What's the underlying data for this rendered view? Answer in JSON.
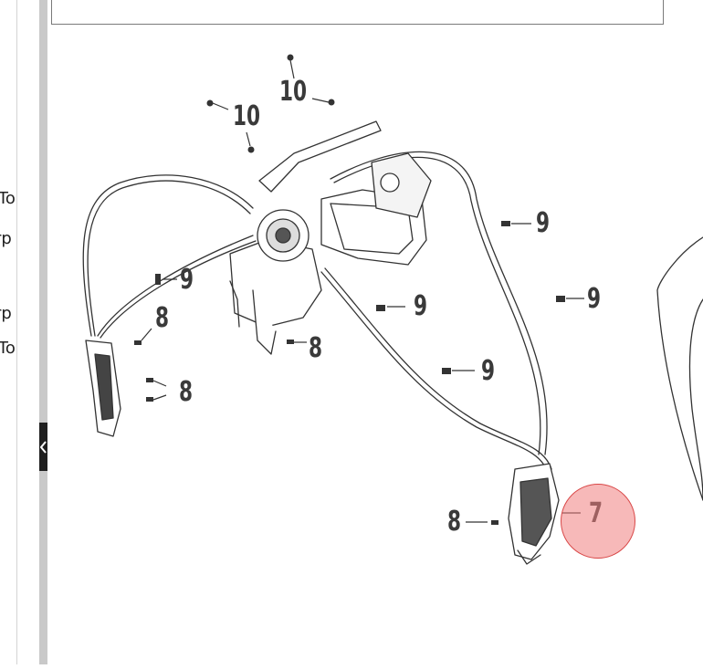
{
  "left_panel": {
    "lines": [
      "To",
      "rp",
      "rp",
      "To"
    ]
  },
  "collapse": {
    "icon": "chevron-left-icon"
  },
  "diagram": {
    "callouts": [
      "10",
      "10",
      "9",
      "9",
      "9",
      "9",
      "9",
      "8",
      "8",
      "8",
      "8",
      "7"
    ],
    "hotspot_color": "#f08080"
  }
}
